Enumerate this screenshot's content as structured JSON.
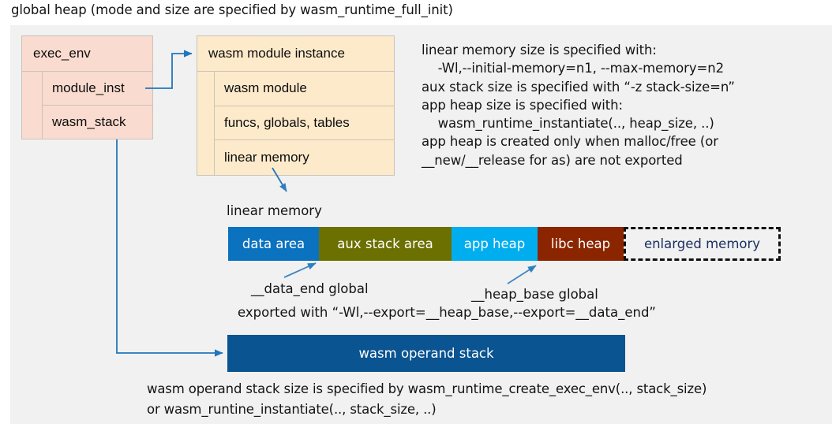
{
  "title": "global heap (mode and size are specified by wasm_runtime_full_init)",
  "colors": {
    "panel_bg": "#f1f1f1",
    "exec_env_fill": "#fadbcf",
    "module_inst_fill": "#fdeacb",
    "struct_border": "#c9c3ba",
    "arrow": "#2176bd",
    "data_area": "#0b72bf",
    "aux_stack_area": "#6b7000",
    "app_heap": "#00aeef",
    "libc_heap": "#8b2500",
    "enlarged_border": "#111111",
    "enlarged_text": "#1b2f63",
    "operand_stack": "#0a5491"
  },
  "exec_env": {
    "header": "exec_env",
    "fields": [
      "module_inst",
      "wasm_stack"
    ]
  },
  "module_instance": {
    "header": "wasm module instance",
    "fields": [
      "wasm module",
      "funcs, globals, tables",
      "linear memory"
    ]
  },
  "notes": {
    "memory_note": "linear memory size is specified with:\n    -Wl,--initial-memory=n1, --max-memory=n2\naux stack size is specified with “-z stack-size=n”\napp heap size is specified with:\n    wasm_runtime_instantiate(.., heap_size, ..)\napp heap is created only when malloc/free (or\n__new/__release for as) are not exported",
    "stack_note": "wasm operand stack size is specified by wasm_runtime_create_exec_env(.., stack_size)\nor wasm_runtine_instantiate(.., stack_size, ..)"
  },
  "linear_memory": {
    "label": "linear memory",
    "segments": [
      {
        "label": "data area",
        "color": "#0b72bf",
        "width": 115,
        "text_color": "#ffffff",
        "dashed": false
      },
      {
        "label": "aux stack area",
        "color": "#6b7000",
        "width": 168,
        "text_color": "#ffffff",
        "dashed": false
      },
      {
        "label": "app heap",
        "color": "#00aeef",
        "width": 109,
        "text_color": "#ffffff",
        "dashed": false
      },
      {
        "label": "libc heap",
        "color": "#8b2500",
        "width": 109,
        "text_color": "#ffffff",
        "dashed": false
      },
      {
        "label": "enlarged memory",
        "color": "#f1f1f1",
        "width": 199,
        "text_color": "#1b2f63",
        "dashed": true
      }
    ]
  },
  "annotations": {
    "data_end": "__data_end global",
    "heap_base": "__heap_base global",
    "exported_with": "exported with “-Wl,--export=__heap_base,--export=__data_end”"
  },
  "operand_stack": {
    "label": "wasm operand stack"
  }
}
